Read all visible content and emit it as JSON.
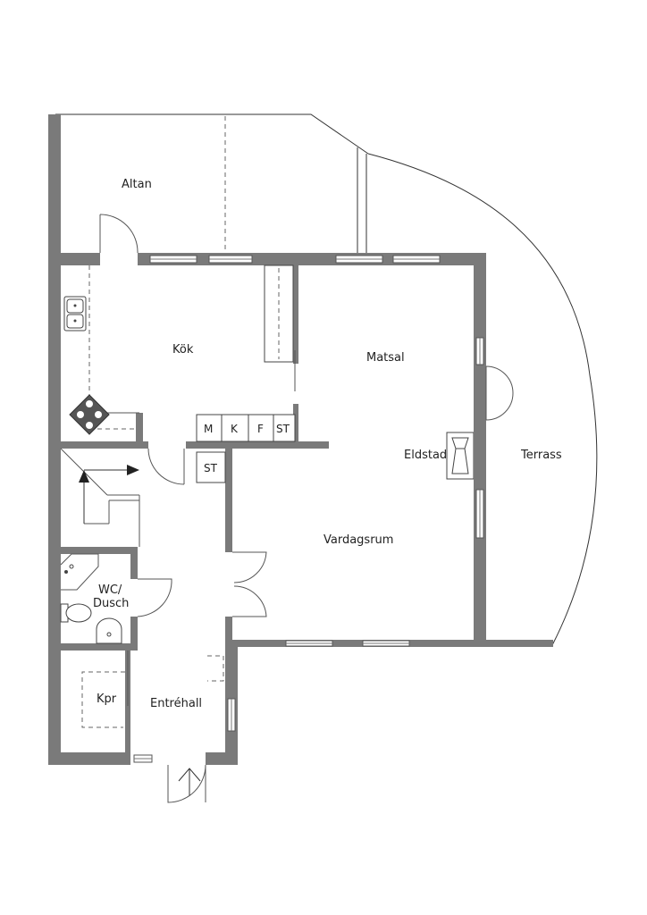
{
  "rooms": {
    "altan": "Altan",
    "kok": "Kök",
    "matsal": "Matsal",
    "eldstad": "Eldstad",
    "terrass": "Terrass",
    "vardagsrum": "Vardagsrum",
    "wc_line1": "WC/",
    "wc_line2": "Dusch",
    "kpr": "Kpr",
    "entrehall": "Entréhall"
  },
  "storage": {
    "m": "M",
    "k": "K",
    "f": "F",
    "st1": "ST",
    "st2": "ST"
  },
  "icons": [
    "sink-icon",
    "stove-icon",
    "fireplace-icon",
    "stairs-arrow-icon",
    "toilet-icon",
    "washbasin-icon",
    "shower-icon",
    "entrance-arrow-icon"
  ]
}
